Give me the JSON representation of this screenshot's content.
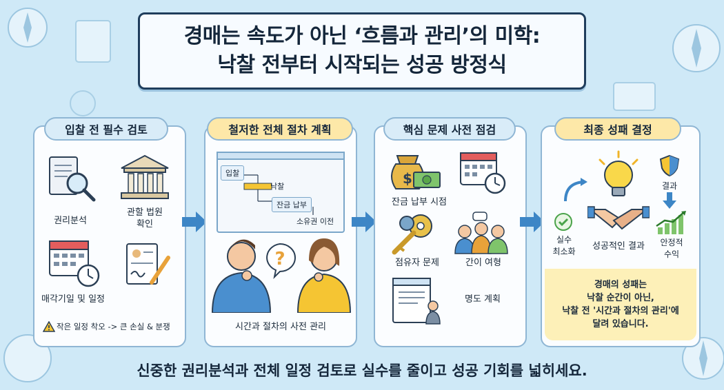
{
  "title": {
    "line1": "경매는 속도가 아닌 ‘흐름과 관리’의 미학:",
    "line2": "낙찰 전부터 시작되는 성공 방정식"
  },
  "panels": [
    {
      "title": "입찰 전 필수 검토",
      "items": [
        "권리분석",
        "관할 법원\n확인",
        "매각기일 및 일정"
      ],
      "warning": "작은 일정 착오 -> 큰 손실 & 분쟁"
    },
    {
      "title": "철저한 전체 절차 계획",
      "flow": [
        "입찰",
        "낙찰",
        "잔금 납부",
        "소유권 이전"
      ],
      "caption": "시간과 절차의 사전 관리"
    },
    {
      "title": "핵심 문제 사전 점검",
      "items": [
        "잔금 납부 시점",
        "점유자 문제",
        "간이 여형",
        "명도 계획"
      ]
    },
    {
      "title": "최종 성패 결정",
      "items": [
        "실수\n최소화",
        "성공적인 결과",
        "결과",
        "안정적\n수익"
      ],
      "result": [
        "경매의 성패는",
        "낙찰 순간이 아닌,",
        "낙찰 전 '시간과 절차의 관리'에",
        "달려 있습니다."
      ]
    }
  ],
  "footer": "신중한 권리분석과 전체 일정 검토로 실수를 줄이고 성공 기회를 넓히세요.",
  "colors": {
    "background": "#cfe9f7",
    "panel_title_1": "#d9ecf8",
    "panel_title_2": "#fde8a8",
    "panel_title_3": "#d9ecf8",
    "panel_title_4": "#fde8a8",
    "arrow": "#3d86c6",
    "title_border": "#1f3d5c"
  },
  "icons": [
    "compass-icon",
    "magnifier-icon",
    "document-icon",
    "courthouse-icon",
    "calendar-icon",
    "clock-icon",
    "contract-icon",
    "warning-icon",
    "question-icon",
    "money-bag-icon",
    "keys-icon",
    "people-icon",
    "scroll-icon",
    "lightbulb-icon",
    "handshake-icon",
    "check-icon",
    "shield-icon",
    "growth-chart-icon"
  ]
}
